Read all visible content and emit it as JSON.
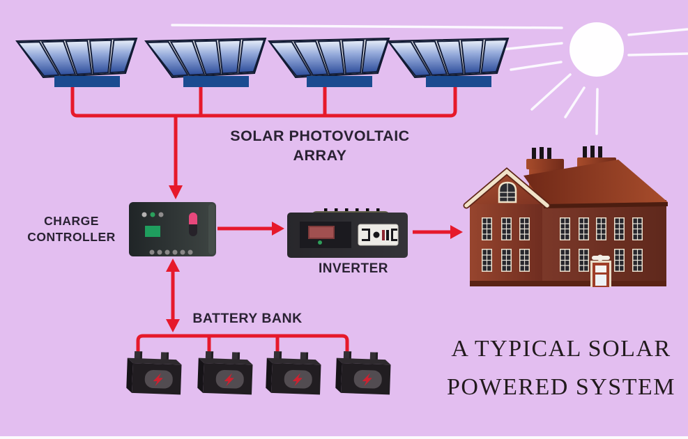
{
  "scene": {
    "background_color": "#e3bef0",
    "wire_color": "#e6192b",
    "sun_color": "#ffffff",
    "solar_panel_count": 4,
    "battery_count": 4
  },
  "labels": {
    "solar_array": "SOLAR PHOTOVOLTAIC ARRAY",
    "charge_controller_line1": "CHARGE",
    "charge_controller_line2": "CONTROLLER",
    "inverter": "INVERTER",
    "battery_bank": "BATTERY BANK"
  },
  "title": {
    "line1": "A TYPICAL SOLAR",
    "line2": "POWERED SYSTEM"
  }
}
